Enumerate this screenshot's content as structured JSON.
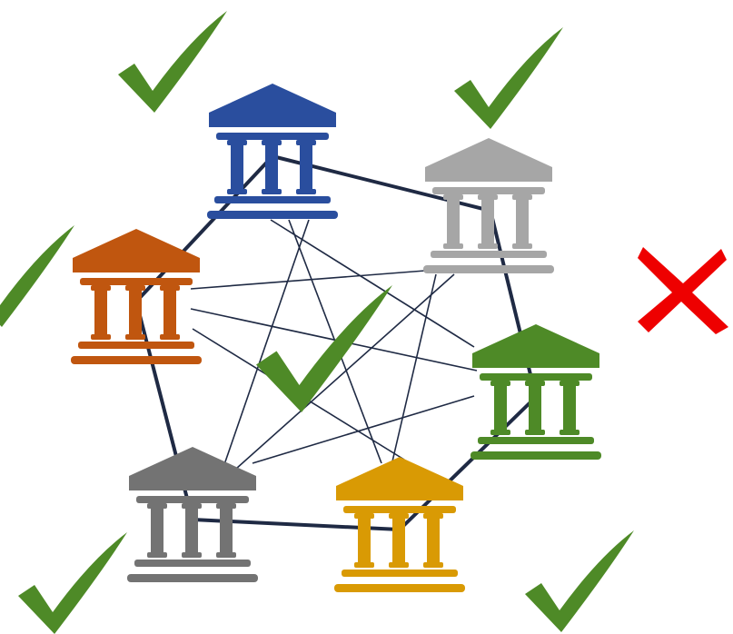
{
  "diagram": {
    "nodes": [
      {
        "id": "bank-blue",
        "color": "#2a4e9e"
      },
      {
        "id": "bank-lightgray",
        "color": "#a6a6a6"
      },
      {
        "id": "bank-orange",
        "color": "#c0560f"
      },
      {
        "id": "bank-green",
        "color": "#4e8a27"
      },
      {
        "id": "bank-darkgray",
        "color": "#737373"
      },
      {
        "id": "bank-gold",
        "color": "#d99a04"
      }
    ],
    "thick_edges": [
      [
        "bank-blue",
        "bank-lightgray"
      ],
      [
        "bank-lightgray",
        "bank-green"
      ],
      [
        "bank-green",
        "bank-gold"
      ],
      [
        "bank-gold",
        "bank-darkgray"
      ],
      [
        "bank-darkgray",
        "bank-orange"
      ],
      [
        "bank-orange",
        "bank-blue"
      ]
    ],
    "thin_edges": [
      [
        "bank-blue",
        "bank-green"
      ],
      [
        "bank-blue",
        "bank-gold"
      ],
      [
        "bank-blue",
        "bank-darkgray"
      ],
      [
        "bank-lightgray",
        "bank-orange"
      ],
      [
        "bank-lightgray",
        "bank-gold"
      ],
      [
        "bank-lightgray",
        "bank-darkgray"
      ],
      [
        "bank-orange",
        "bank-green"
      ],
      [
        "bank-orange",
        "bank-gold"
      ],
      [
        "bank-green",
        "bank-darkgray"
      ]
    ],
    "check_color": "#4e8a27",
    "cross_color": "#ee0000",
    "marks": [
      {
        "type": "check",
        "name": "check-top-left"
      },
      {
        "type": "check",
        "name": "check-top-right"
      },
      {
        "type": "check",
        "name": "check-left"
      },
      {
        "type": "check",
        "name": "check-center"
      },
      {
        "type": "check",
        "name": "check-bottom-left"
      },
      {
        "type": "check",
        "name": "check-bottom-right"
      },
      {
        "type": "cross",
        "name": "cross-right"
      }
    ],
    "edge_color": "#1f2a44"
  }
}
